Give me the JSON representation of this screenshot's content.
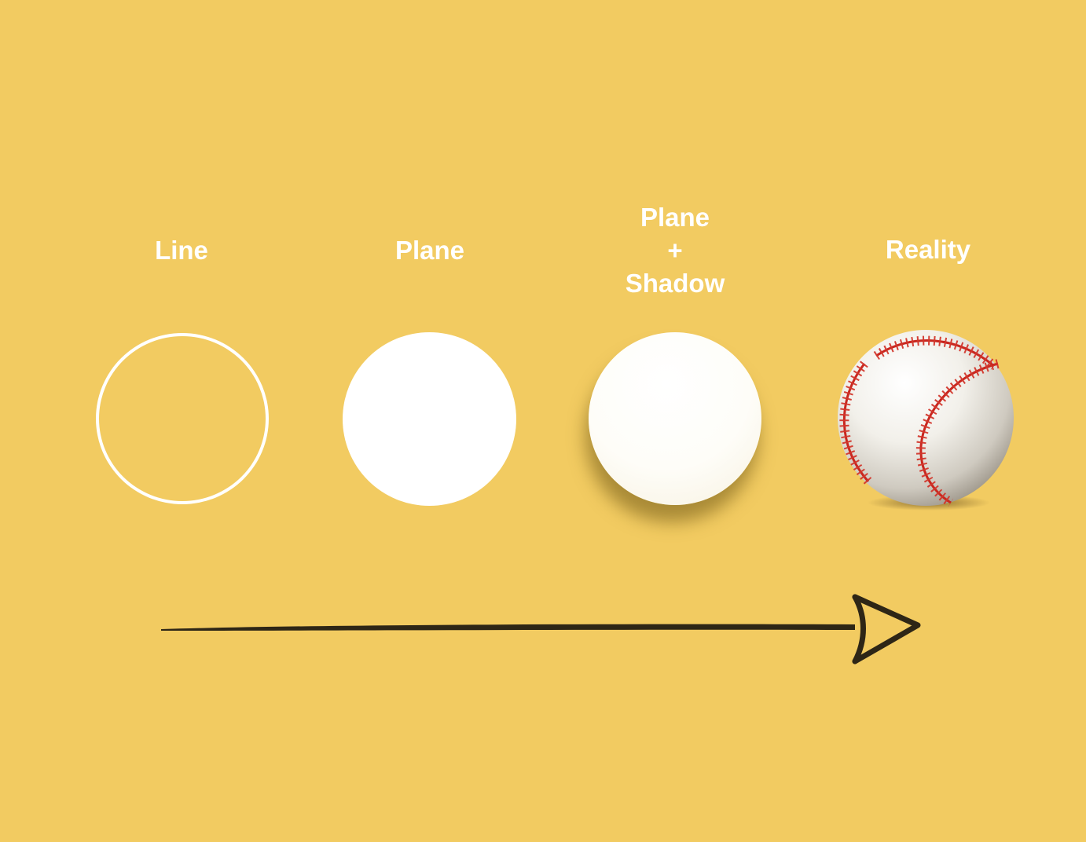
{
  "background_color": "#F2CB61",
  "stages": [
    {
      "id": "line",
      "label": "Line",
      "shape": "outline-circle"
    },
    {
      "id": "plane",
      "label": "Plane",
      "shape": "filled-circle"
    },
    {
      "id": "plane-shadow",
      "label_lines": [
        "Plane",
        "+",
        "Shadow"
      ],
      "shape": "shaded-circle-with-shadow"
    },
    {
      "id": "reality",
      "label": "Reality",
      "shape": "baseball-icon"
    }
  ],
  "colors": {
    "label": "#FFFFFF",
    "arrow": "#2E2616",
    "stitches": "#D2372C"
  },
  "icons": [
    "baseball-icon",
    "arrow-right-icon"
  ]
}
